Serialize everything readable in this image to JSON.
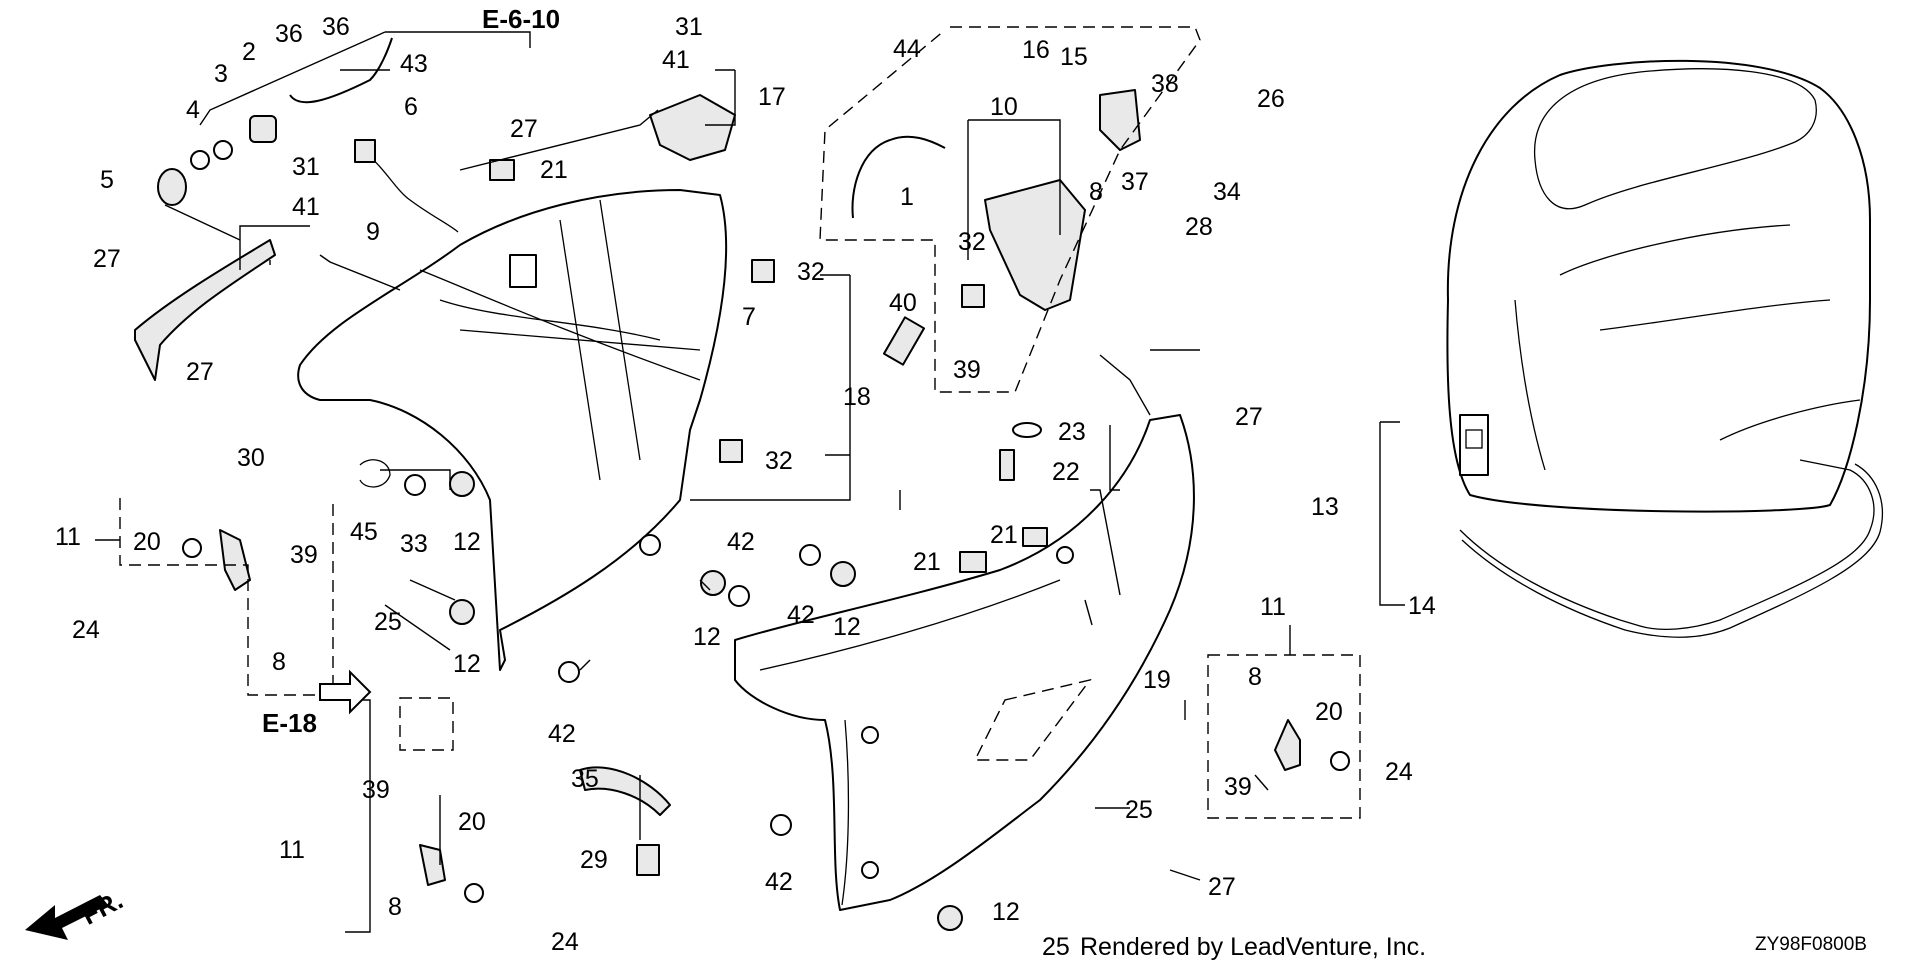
{
  "references": {
    "top": "E-6-10",
    "left": "E-18"
  },
  "front_marker": "FR.",
  "watermark": "",
  "footer": {
    "credit": "Rendered by LeadVenture, Inc.",
    "diagram_code": "ZY98F0800B"
  },
  "callouts": {
    "c1": "1",
    "c2": "2",
    "c3": "3",
    "c4": "4",
    "c5": "5",
    "c6": "6",
    "c7": "7",
    "c8a": "8",
    "c8b": "8",
    "c8c": "8",
    "c8d": "8",
    "c9": "9",
    "c10": "10",
    "c11a": "11",
    "c11b": "11",
    "c11c": "11",
    "c12a": "12",
    "c12b": "12",
    "c12c": "12",
    "c12d": "12",
    "c12e": "12",
    "c13": "13",
    "c14": "14",
    "c15": "15",
    "c16": "16",
    "c17": "17",
    "c18": "18",
    "c19": "19",
    "c20a": "20",
    "c20b": "20",
    "c20c": "20",
    "c21a": "21",
    "c21b": "21",
    "c21c": "21",
    "c22": "22",
    "c23": "23",
    "c24a": "24",
    "c24b": "24",
    "c24c": "24",
    "c25a": "25",
    "c25b": "25",
    "c25c": "25",
    "c26": "26",
    "c27a": "27",
    "c27b": "27",
    "c27c": "27",
    "c27d": "27",
    "c27e": "27",
    "c28": "28",
    "c29": "29",
    "c30": "30",
    "c31a": "31",
    "c31b": "31",
    "c32a": "32",
    "c32b": "32",
    "c32c": "32",
    "c33": "33",
    "c34": "34",
    "c35": "35",
    "c36a": "36",
    "c36b": "36",
    "c37": "37",
    "c38": "38",
    "c39a": "39",
    "c39b": "39",
    "c39c": "39",
    "c39d": "39",
    "c40": "40",
    "c41a": "41",
    "c41b": "41",
    "c42a": "42",
    "c42b": "42",
    "c42c": "42",
    "c42d": "42",
    "c43": "43",
    "c44": "44",
    "c45": "45"
  }
}
